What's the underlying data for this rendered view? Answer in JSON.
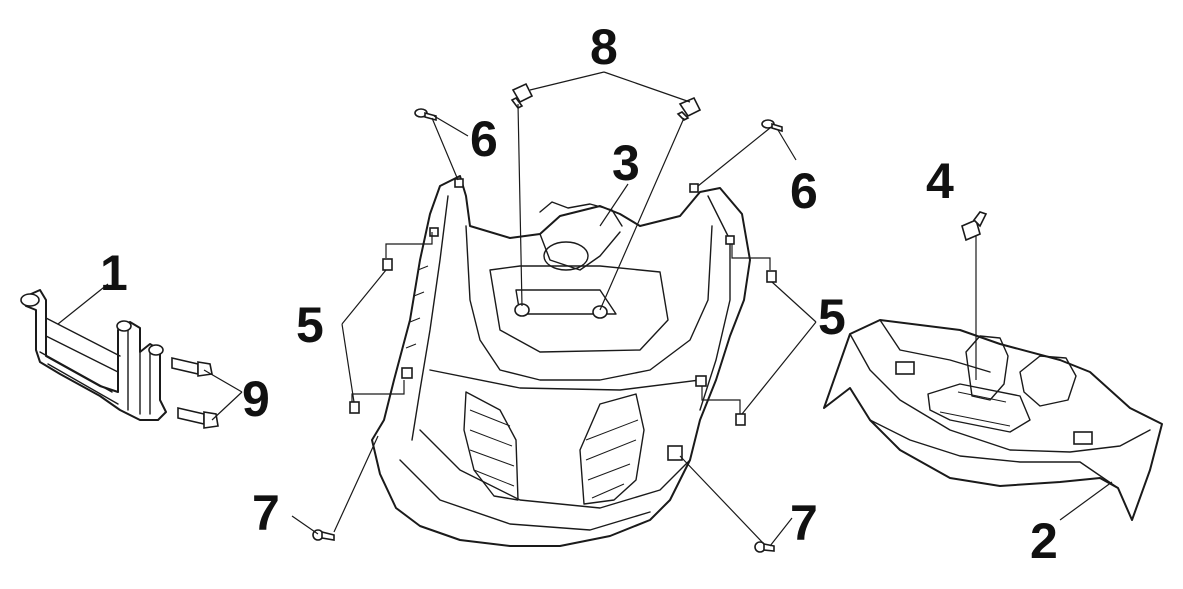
{
  "callouts": {
    "c1": "1",
    "c2": "2",
    "c3": "3",
    "c4": "4",
    "c5_left": "5",
    "c5_right": "5",
    "c6_left": "6",
    "c6_right": "6",
    "c7_left": "7",
    "c7_right": "7",
    "c8": "8",
    "c9": "9"
  }
}
